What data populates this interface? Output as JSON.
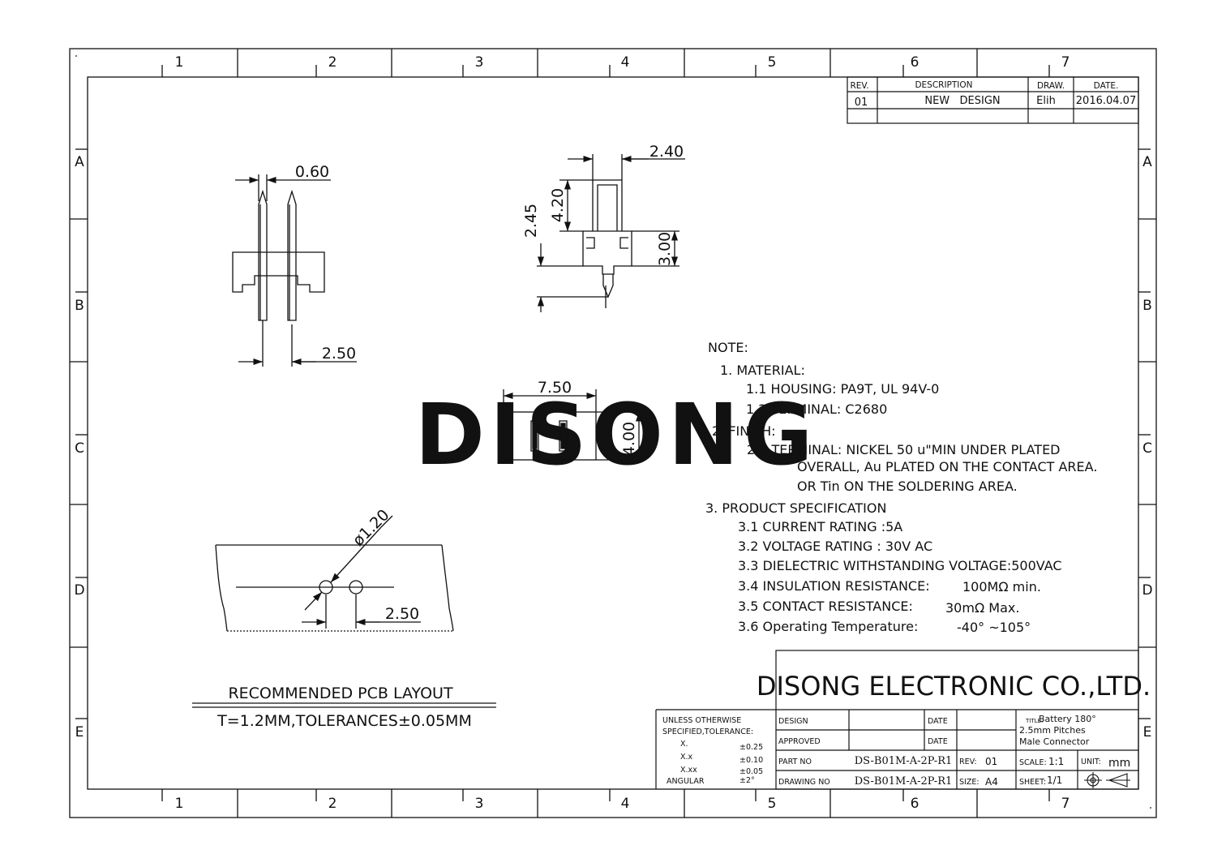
{
  "watermark": "DISONG",
  "grid": {
    "columns": [
      "1",
      "2",
      "3",
      "4",
      "5",
      "6",
      "7"
    ],
    "rows": [
      "A",
      "B",
      "C",
      "D",
      "E"
    ]
  },
  "revision_table": {
    "headers": {
      "rev": "REV.",
      "description": "DESCRIPTION",
      "draw": "DRAW.",
      "date": "DATE."
    },
    "rows": [
      {
        "rev": "01",
        "description": "NEW   DESIGN",
        "draw": "Elih",
        "date": "2016.04.07"
      }
    ]
  },
  "dimensions": {
    "pin_width": "0.60",
    "pin_pitch": "2.50",
    "side_width": "2.40",
    "pin_above": "4.20",
    "overall_height": "2.45",
    "housing_height": "3.00",
    "top_length": "7.50",
    "top_depth": "4.00",
    "hole_diameter": "ø1.20",
    "pcb_pitch": "2.50"
  },
  "pcb_layout": {
    "title": "RECOMMENDED PCB LAYOUT",
    "subtitle": "T=1.2MM,TOLERANCES±0.05MM"
  },
  "notes": {
    "heading": "NOTE:",
    "material": "1. MATERIAL:",
    "housing": "1.1 HOUSING: PA9T, UL 94V-0",
    "terminal": "1.2 TERMINAL: C2680",
    "finish": "2. FINISH:",
    "finish_1": "2.1 TERMINAL: NICKEL 50 u\"MIN UNDER PLATED",
    "finish_2": "OVERALL, Au PLATED ON THE CONTACT AREA.",
    "finish_3": "OR Tin ON THE SOLDERING AREA.",
    "spec": "3. PRODUCT SPECIFICATION",
    "spec_1": "3.1 CURRENT RATING :5A",
    "spec_2": "3.2 VOLTAGE RATING : 30V AC",
    "spec_3": "3.3 DIELECTRIC WITHSTANDING VOLTAGE:500VAC",
    "spec_4_label": "3.4 INSULATION RESISTANCE:",
    "spec_4_value": "100MΩ min.",
    "spec_5_label": "3.5 CONTACT RESISTANCE:",
    "spec_5_value": "30mΩ Max.",
    "spec_6_label": "3.6 Operating Temperature:",
    "spec_6_value": "-40° ~105°"
  },
  "title_block": {
    "company": "DISONG ELECTRONIC CO.,LTD.",
    "tolerance_heading_1": "UNLESS OTHERWISE",
    "tolerance_heading_2": "SPECIFIED,TOLERANCE:",
    "tol_x_label": "X.",
    "tol_x_value": "±0.25",
    "tol_xx_label": "X.x",
    "tol_xx_value": "±0.10",
    "tol_xxx_label": "X.xx",
    "tol_xxx_value": "±0.05",
    "tol_angular_label": "ANGULAR",
    "tol_angular_value": "±2°",
    "design_label": "DESIGN",
    "approved_label": "APPROVED",
    "date_label": "DATE",
    "part_no_label": "PART NO",
    "part_no": "DS-B01M-A-2P-R1",
    "drawing_no_label": "DRAWING NO",
    "drawing_no": "DS-B01M-A-2P-R1",
    "rev_label": "REV:",
    "rev_value": "01",
    "size_label": "SIZE:",
    "size_value": "A4",
    "title_label": "TITLE:",
    "title_line1": "Battery 180°",
    "title_line2": "2.5mm Pitches",
    "title_line3": "Male Connector",
    "scale_label": "SCALE:",
    "scale_value": "1:1",
    "unit_label": "UNIT:",
    "unit_value": "mm",
    "sheet_label": "SHEET:",
    "sheet_value": "1/1"
  }
}
